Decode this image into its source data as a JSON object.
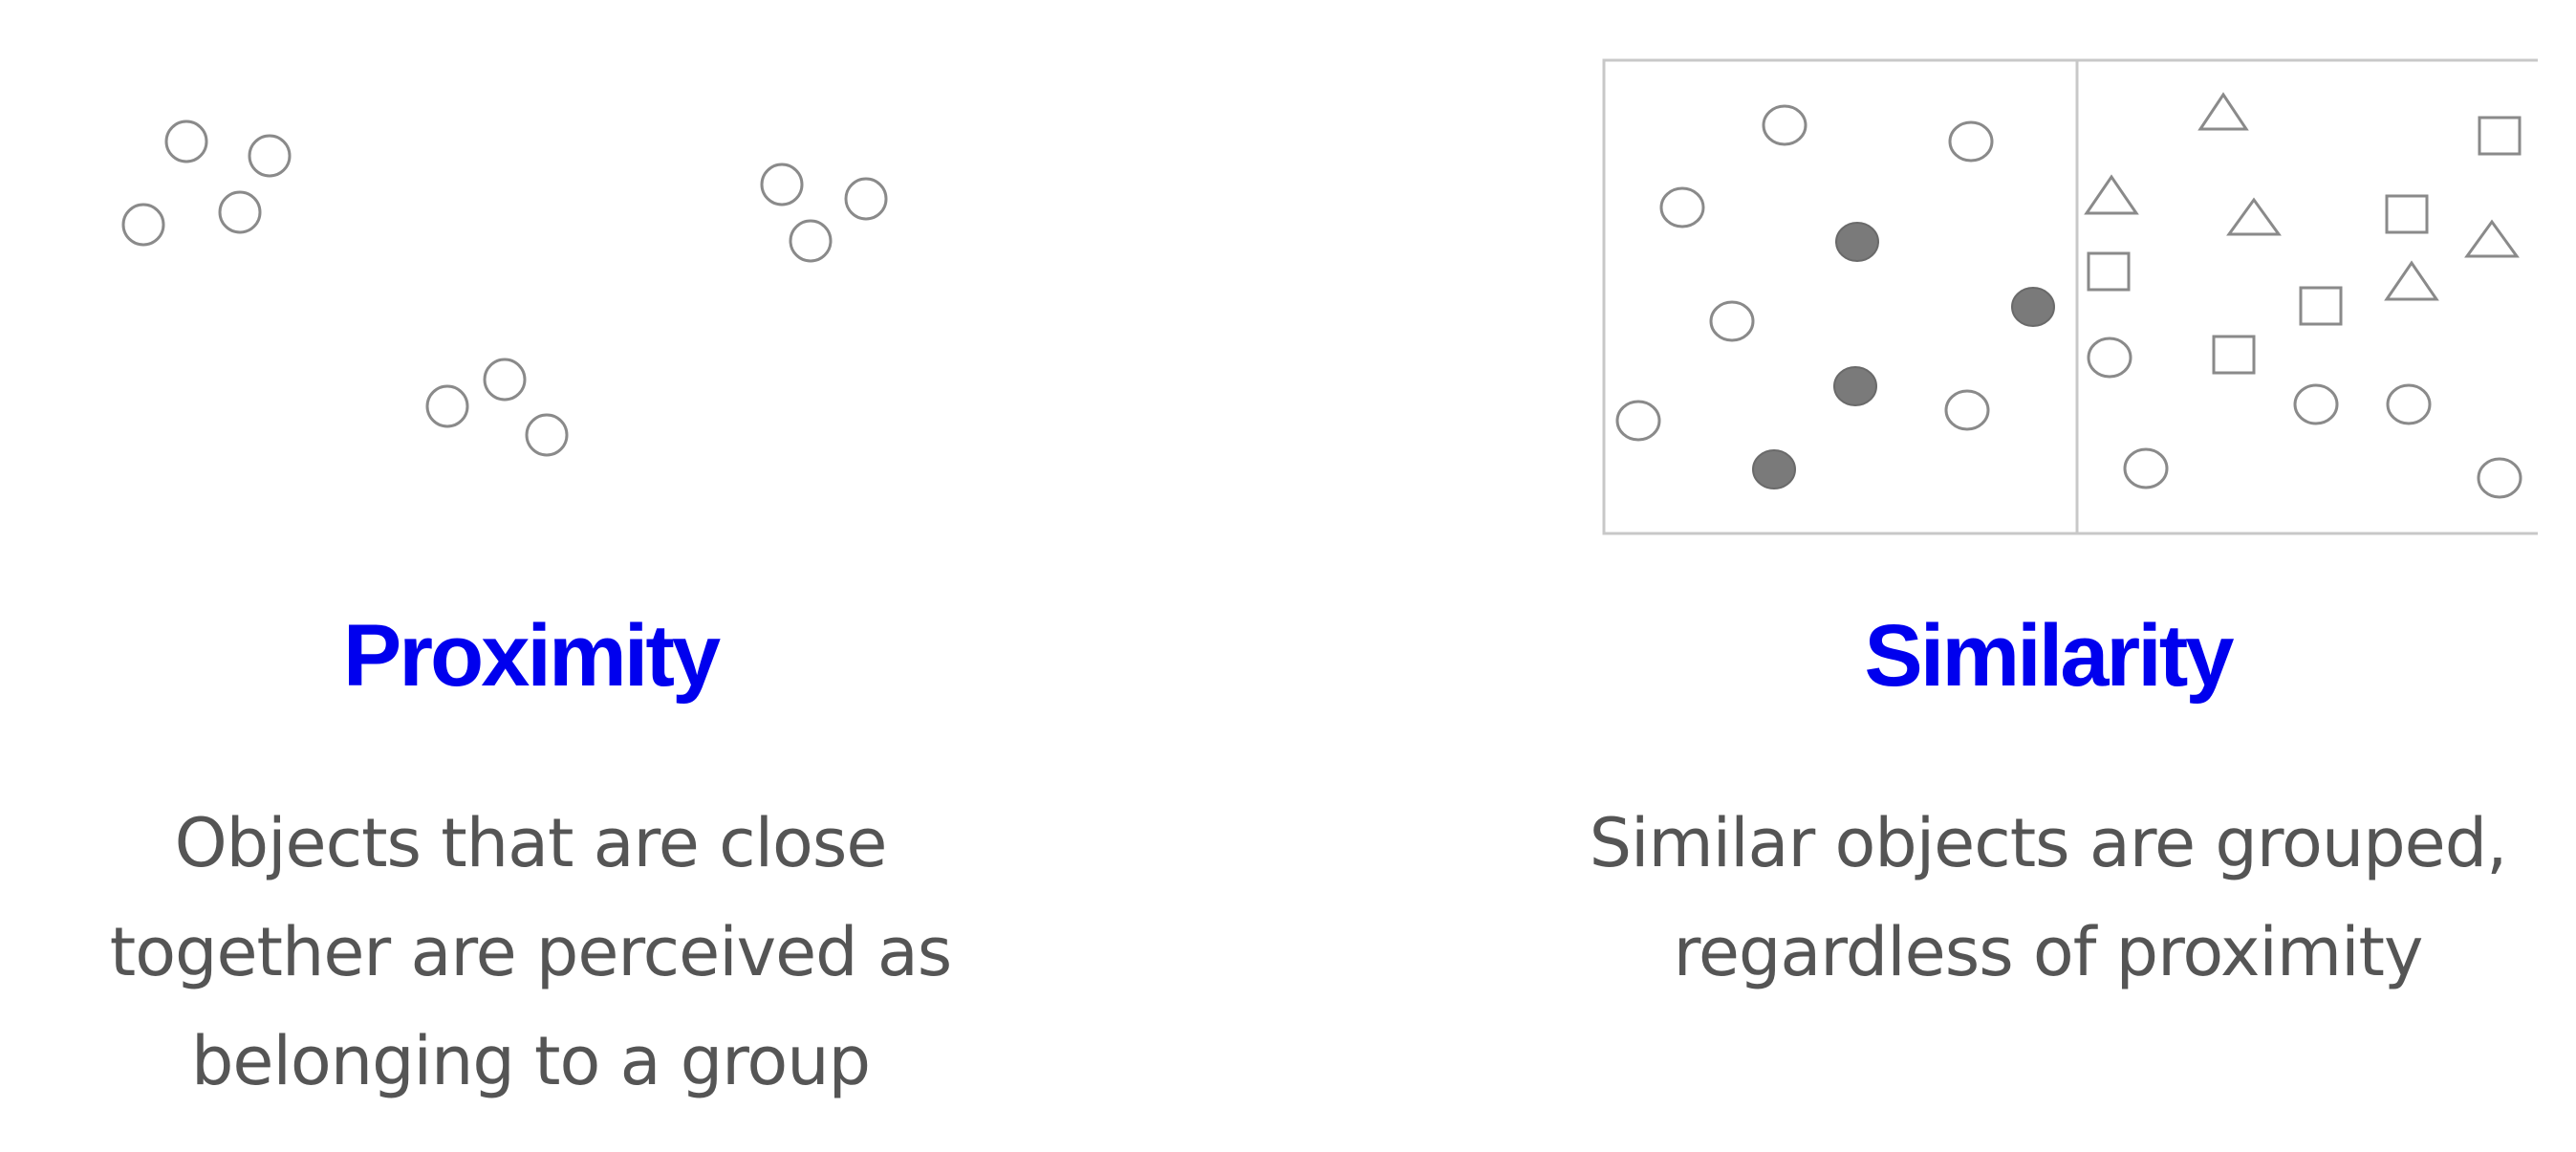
{
  "colors": {
    "title": "#0000ee",
    "body_text": "#555555",
    "shape_outline": "#8a8a8a",
    "shape_fill_dark": "#7a7a7a",
    "frame": "#c8c8c8"
  },
  "panels": [
    {
      "title": "Proximity",
      "description": [
        "Objects that are close",
        "together are perceived as",
        "belonging to a group"
      ]
    },
    {
      "title": "Similarity",
      "description": [
        "Similar objects are grouped,",
        "regardless of proximity"
      ]
    }
  ]
}
